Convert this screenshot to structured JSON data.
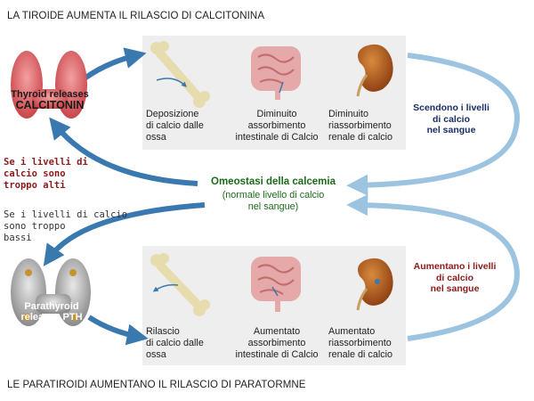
{
  "top_title": "LA TIROIDE AUMENTA IL RILASCIO DI CALCITONINA",
  "bottom_title": "LE PARATIROIDI AUMENTANO IL RILASCIO DI PARATORMNE",
  "thyroid": {
    "line1": "Thyroid releases",
    "line2": "CALCITONIN"
  },
  "parathyroid": {
    "line1": "Parathyroid",
    "line2": "releases PTH"
  },
  "left_high": {
    "line1": "Se i livelli di",
    "line2": "calcio sono",
    "line3": "troppo alti"
  },
  "left_low": {
    "line1": "Se i livelli di calcio",
    "line2": "sono troppo",
    "line3": "bassi"
  },
  "right_fall": {
    "line1": "Scendono  i livelli",
    "line2": "di calcio",
    "line3": "nel sangue"
  },
  "right_rise": {
    "line1": "Aumentano  i livelli",
    "line2": "di calcio",
    "line3": "nel sangue"
  },
  "homeostasis": {
    "title": "Omeostasi della calcemia",
    "sub1": "(normale livello di  calcio",
    "sub2": "nel sangue)"
  },
  "top_effects": {
    "bone": {
      "line1": "Deposizione",
      "line2": "di calcio dalle",
      "line3": "ossa"
    },
    "intestine": {
      "line1": "Diminuito",
      "line2": "assorbimento",
      "line3": "intestinale di Calcio"
    },
    "kidney": {
      "line1": "Diminuito",
      "line2": "riassorbimento",
      "line3": "renale di calcio"
    }
  },
  "bottom_effects": {
    "bone": {
      "line1": "Rilascio",
      "line2": "di calcio dalle",
      "line3": "ossa"
    },
    "intestine": {
      "line1": "Aumentato",
      "line2": "assorbimento",
      "line3": "intestinale di Calcio"
    },
    "kidney": {
      "line1": "Aumentato",
      "line2": "riassorbimento",
      "line3": "renale di calcio"
    }
  },
  "colors": {
    "arrow_dark": "#3a78b0",
    "arrow_light": "#9cc3e0",
    "panel": "#eeeeee",
    "red_text": "#8b1a1a",
    "green_text": "#1b6b1b"
  }
}
